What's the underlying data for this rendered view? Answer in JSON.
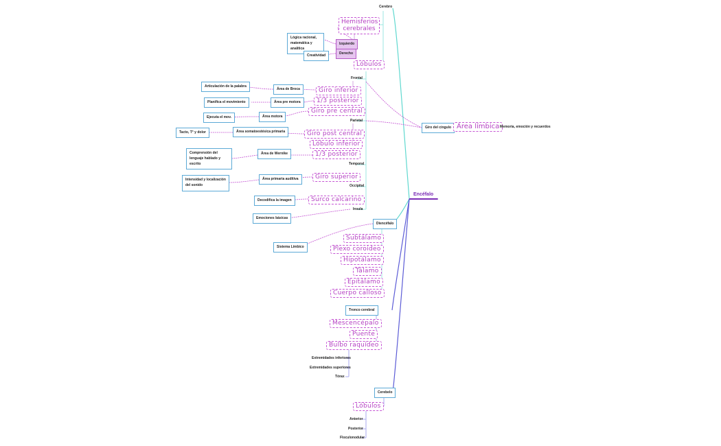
{
  "root": "Encéfalo",
  "cerebro": {
    "label": "Cerebro",
    "hemisferios": "Hemisferios cerebrales",
    "izquierdo": "Izquierdo",
    "derecho": "Derecho",
    "logica": "Lógica racional, matemática y analítica",
    "creatividad": "Creatividad",
    "lobulos": "Lóbulos",
    "frontal": "Frontal",
    "giro_inferior": "Giro inferior",
    "tercio_post_frontal": "1/3 posterior",
    "giro_pre_central": "Giro pre central",
    "area_broca": "Área de Broca",
    "area_pre_motora": "Área pre motora",
    "area_motora": "Área motora",
    "articulacion": "Articulación de la palabra",
    "planifica": "Planifica el movimiento",
    "ejecuta": "Ejecuta el mov.",
    "parietal": "Parietal",
    "giro_post_central": "Giro post central",
    "lobulo_inferior": "Lóbulo inferior",
    "tercio_post_parietal": "1/3 posterior",
    "area_somato": "Área somatoestésica primaria",
    "tacto": "Tacto, T° y dolor",
    "area_wernike": "Área de Wernike",
    "comprension": "Comprensión del lenguaje hablado y escrito",
    "temporal": "Temporal",
    "giro_superior": "Giro superior",
    "area_auditiva": "Área primaria auditiva",
    "intensidad": "Intensidad y localización del sonido",
    "occipital": "Occipital",
    "surco_calcarino": "Surco calcarino",
    "decodifica": "Decodifica la imagen",
    "insula": "Insula",
    "emociones": "Emociones básicas",
    "giro_cingulo": "Giro del cíngulo",
    "area_limbica": "Área límbica",
    "memoria": "Memoria, emoción y recuerdos"
  },
  "diencefalo": {
    "label": "Diencéfalo",
    "sistema_limbico": "Sistema Límbico",
    "items": [
      "Subtálamo",
      "Plexo coroideo",
      "Hipotálamo",
      "Tálamo",
      "Epitálamo",
      "Cuerpo calloso"
    ]
  },
  "tronco": {
    "label": "Tronco cerebral",
    "items": [
      "Mescencépalo",
      "Puente",
      "Bulbo raquídeo"
    ],
    "bulbo_children": [
      "Extremidades inferiores",
      "Extremidades superiores",
      "Tórax"
    ]
  },
  "cerebelo": {
    "label": "Cerebelo",
    "lobulos": "Lóbulos",
    "items": [
      "Anterior",
      "Posterior",
      "Floculonodular"
    ]
  },
  "colors": {
    "teal": "#5fd8cf",
    "blue": "#5ba9d6",
    "purple": "#8a3fc9",
    "magenta": "#c452d3",
    "violet": "#5b5bd6"
  }
}
